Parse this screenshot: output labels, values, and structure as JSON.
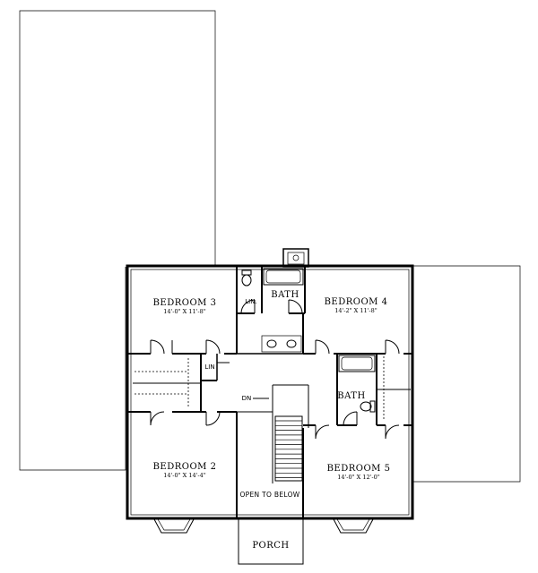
{
  "rooms": {
    "bedroom3": {
      "name": "BEDROOM 3",
      "dims": "14'-0\" X 11'-8\""
    },
    "bedroom4": {
      "name": "BEDROOM 4",
      "dims": "14'-2\" X 11'-8\""
    },
    "bedroom2": {
      "name": "BEDROOM 2",
      "dims": "14'-0\" X 14'-4\""
    },
    "bedroom5": {
      "name": "BEDROOM 5",
      "dims": "14'-0\" X 12'-0\""
    },
    "bath_top": "BATH",
    "bath_right": "BATH",
    "linen_top": "LIN.",
    "linen_left": "LIN",
    "stair_down": "DN",
    "open_to_below": "OPEN TO BELOW",
    "porch": "PORCH"
  }
}
